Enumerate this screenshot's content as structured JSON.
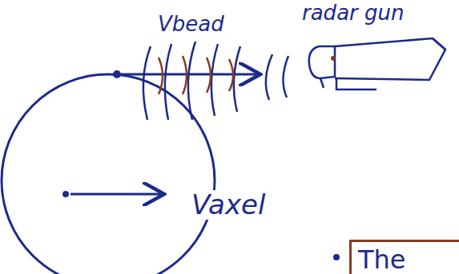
{
  "diagram": {
    "nodes": [
      {
        "text": [
          "The"
        ]
      }
    ],
    "labels": [
      "Vbead",
      "radar gun",
      "Vaxel"
    ]
  }
}
